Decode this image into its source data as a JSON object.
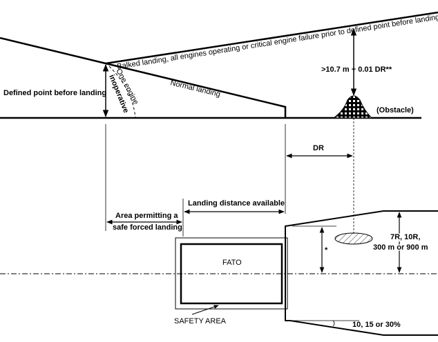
{
  "labels": {
    "balked": "Balked landing, all engines operating or critical engine failure prior to defined point before landing",
    "defined_point": "Defined point before landing",
    "one_engine": "One engine",
    "inoperative": "inoperative",
    "normal_landing": "Normal landing",
    "clearance": ">10.7 m + 0.01 DR**",
    "obstacle": "(Obstacle)",
    "dr": "DR",
    "lda": "Landing distance available",
    "area_line1": "Area permitting a",
    "area_line2": "safe forced landing",
    "fato": "FATO",
    "safety_area": "SAFETY AREA",
    "asterisk": "*",
    "width_line1": "7R, 10R,",
    "width_line2": "300 m or 900 m",
    "splay": "10, 15 or 30%"
  },
  "colors": {
    "ink": "#000000",
    "background": "#ffffff"
  }
}
